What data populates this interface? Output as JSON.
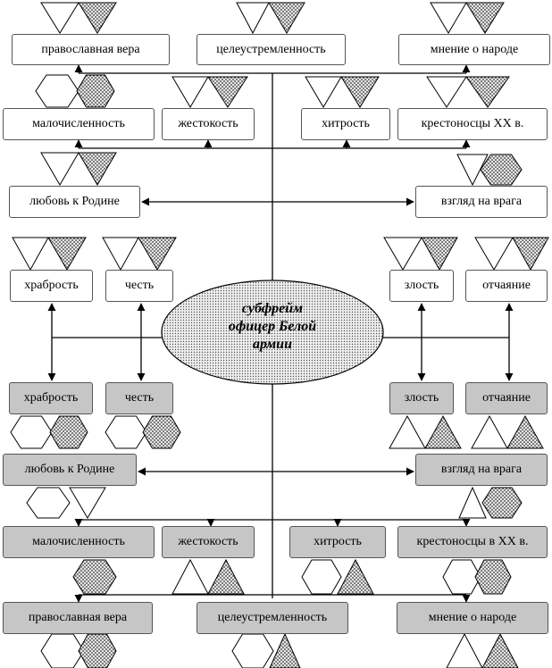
{
  "center": {
    "line1": "субфрейм",
    "line2": "офицер Белой",
    "line3": "армии"
  },
  "top": {
    "orthodox_faith": "православная вера",
    "purposefulness": "целеустремленность",
    "opinion_of_people": "мнение о народе",
    "fewness": "малочисленность",
    "cruelty": "жестокость",
    "cunning": "хитрость",
    "crusaders_20c": "крестоносцы XX в.",
    "love_motherland": "любовь к Родине",
    "view_enemy": "взгляд на врага",
    "bravery": "храбрость",
    "honor": "честь",
    "anger": "злость",
    "despair": "отчаяние"
  },
  "bottom": {
    "bravery": "храбрость",
    "honor": "честь",
    "anger": "злость",
    "despair": "отчаяние",
    "love_motherland": "любовь к Родине",
    "view_enemy": "взгляд на врага",
    "fewness": "малочисленность",
    "cruelty": "жестокость",
    "cunning": "хитрость",
    "crusaders_20c": "крестоносцы в XX в.",
    "orthodox_faith": "православная вера",
    "purposefulness": "целеустремленность",
    "opinion_of_people": "мнение о народе"
  },
  "colors": {
    "box_white": "#ffffff",
    "box_gray": "#c6c6c6",
    "stroke": "#000000",
    "dot_fill": "#9a9a9a"
  }
}
